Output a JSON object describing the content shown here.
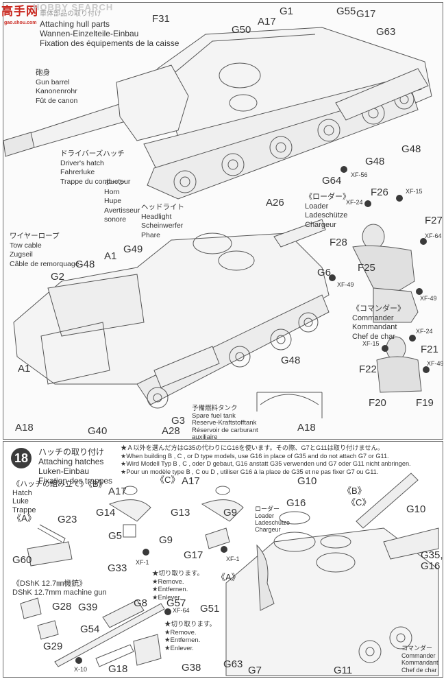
{
  "watermark": {
    "logo_cn": "高手网",
    "logo_en": "HOBBY SEARCH",
    "url": "gao.shou.com"
  },
  "step17": {
    "title_jp": "車体部品の取り付け",
    "title_en": "Attaching hull parts",
    "title_de": "Wannen-Einzelteile-Einbau",
    "title_fr": "Fixation des équipements de la caisse",
    "callouts": {
      "gun_barrel": [
        "砲身",
        "Gun barrel",
        "Kanonenrohr",
        "Fût de canon"
      ],
      "drivers_hatch": [
        "ドライバーズハッチ",
        "Driver's hatch",
        "Fahrerluke",
        "Trappe du conducteur"
      ],
      "horn": [
        "ホーン",
        "Horn",
        "Hupe",
        "Avertisseur",
        "sonore"
      ],
      "headlight": [
        "ヘッドライト",
        "Headlight",
        "Scheinwerfer",
        "Phare"
      ],
      "tow_cable": [
        "ワイヤーロープ",
        "Tow cable",
        "Zugseil",
        "Câble de remorquage"
      ],
      "spare_fuel": [
        "予備燃料タンク",
        "Spare fuel tank",
        "Reserve-Kraftstofftank",
        "Réservoir de carburant",
        "auxiliaire"
      ]
    },
    "parts_top": [
      "F31",
      "G1",
      "A17",
      "G55",
      "G17",
      "G50",
      "G63",
      "G48",
      "G48",
      "G64",
      "A26"
    ],
    "parts_mid": [
      "G49",
      "A1",
      "G48",
      "G2",
      "G6",
      "A1",
      "G48",
      "A18",
      "G40",
      "A28",
      "G3",
      "A18"
    ],
    "paints": [
      "XF-56",
      "XF-49"
    ],
    "loader": {
      "label": [
        "《ローダー》",
        "Loader",
        "Ladeschütze",
        "Chargeur"
      ],
      "parts": [
        "F26",
        "F27",
        "F28",
        "F25"
      ],
      "paints": [
        "XF-24",
        "XF-15",
        "XF-64",
        "XF-49"
      ]
    },
    "commander": {
      "label": [
        "《コマンダー》",
        "Commander",
        "Kommandant",
        "Chef de char"
      ],
      "parts": [
        "F21",
        "F22",
        "F20",
        "F19"
      ],
      "paints": [
        "XF-24",
        "XF-15",
        "XF-49"
      ]
    }
  },
  "step18": {
    "number": "18",
    "title_jp": "ハッチの取り付け",
    "title_en": "Attaching hatches",
    "title_de": "Luken-Einbau",
    "title_fr": "Fixation des trappes",
    "notes": [
      "★Ａ以外を選んだ方はG35の代わりにG16を使います。その際、G7とG11は取り付けません。",
      "★When building B , C , or D type models, use G16 in place of G35 and do not attach G7 or G11.",
      "★Wird Modell Typ B , C , oder D gebaut, G16 anstatt G35 verwenden und G7 oder G11 nicht anbringen.",
      "★Pour un modèle type B , C ou D , utiliser G16 à la place de G35 et ne pas fixer G7 ou G11."
    ],
    "hatch_label": [
      "《ハッチの組み立て》",
      "Hatch",
      "Luke",
      "Trappe"
    ],
    "variants": {
      "A": "《A》",
      "B": "《B》",
      "C": "《C》"
    },
    "hatch_parts": {
      "A": [
        "G23",
        "G60"
      ],
      "B": [
        "A17",
        "G14",
        "G5",
        "G9"
      ],
      "C": [
        "A17",
        "G13",
        "G9",
        "G17"
      ]
    },
    "hatch_paint": "XF-1",
    "mg_label": [
      "《DShK 12.7㎜機銃》",
      "DShK 12.7mm machine gun"
    ],
    "mg_parts": [
      "G33",
      "G28",
      "G39",
      "G8",
      "G57",
      "G54",
      "G29",
      "G18",
      "G38"
    ],
    "mg_paints": [
      "XF-64",
      "X-10"
    ],
    "remove_note": [
      "★切り取ります。",
      "★Remove.",
      "★Entfernen.",
      "★Enlever."
    ],
    "hull_parts": [
      "G10",
      "G16",
      "G10",
      "G35,",
      "G16",
      "G51",
      "G63",
      "G7",
      "G11"
    ],
    "loader_label": [
      "ローダー",
      "Loader",
      "Ladeschütze",
      "Chargeur"
    ],
    "commander_label": [
      "コマンダー",
      "Commander",
      "Kommandant",
      "Chef de char"
    ]
  }
}
